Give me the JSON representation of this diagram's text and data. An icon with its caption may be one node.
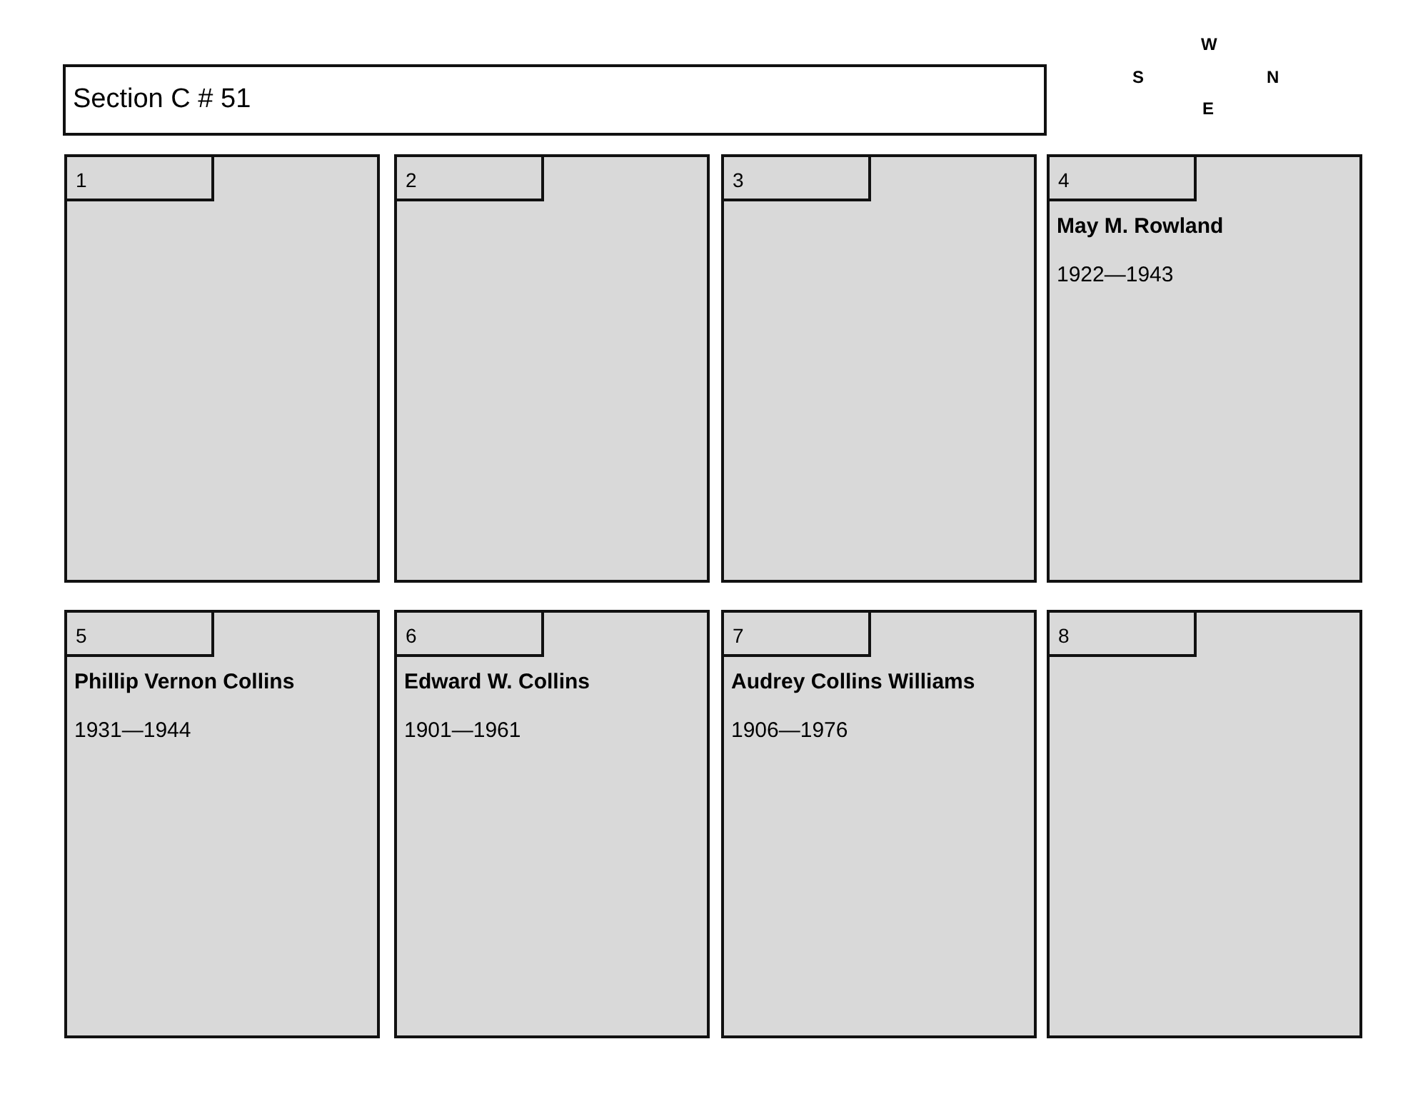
{
  "diagram": {
    "nodes": [
      {
        "text": [
          "Section C # 51"
        ]
      },
      {
        "text": [
          "1"
        ]
      },
      {
        "text": [
          "2"
        ]
      },
      {
        "text": [
          "3"
        ]
      },
      {
        "text": [
          "4",
          "May M. Rowland",
          "1922—1943"
        ]
      },
      {
        "text": [
          "5",
          "Phillip Vernon Collins",
          "1931—1944"
        ]
      },
      {
        "text": [
          "6",
          "Edward W. Collins",
          "1901—1961"
        ]
      },
      {
        "text": [
          "7",
          "Audrey Collins Williams",
          "1906—1976"
        ]
      },
      {
        "text": [
          "8"
        ]
      }
    ],
    "edges": [],
    "labels": [
      "W",
      "S",
      "N",
      "E"
    ]
  }
}
